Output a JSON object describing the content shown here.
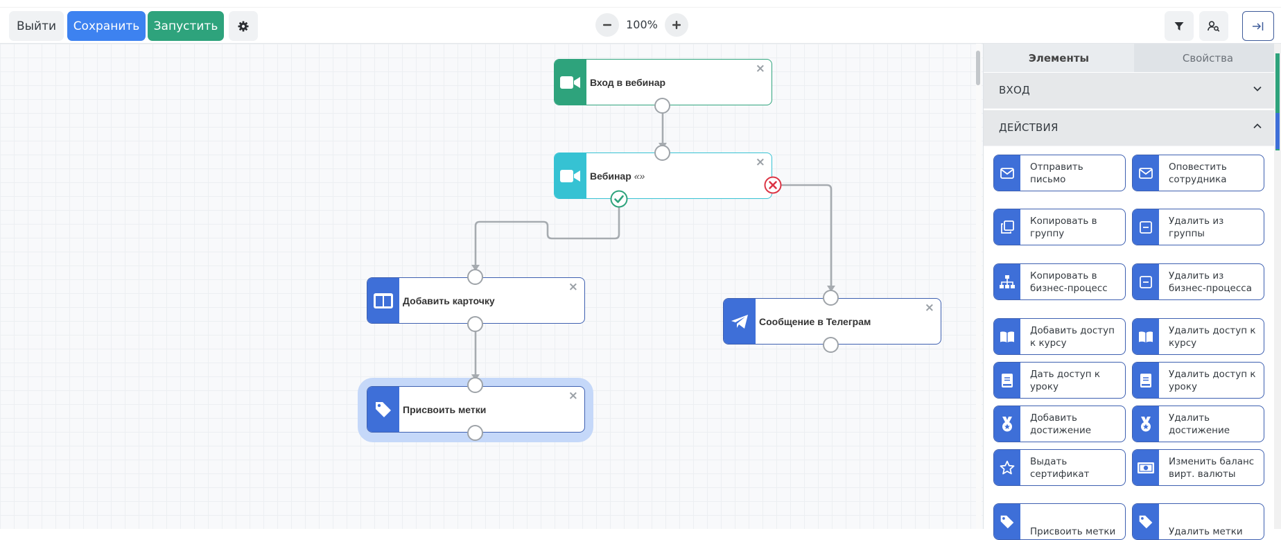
{
  "toolbar": {
    "exit_label": "Выйти",
    "save_label": "Сохранить",
    "run_label": "Запустить",
    "zoom_level": "100%"
  },
  "canvas": {
    "nodes": [
      {
        "title": "Вход в вебинар",
        "icon": "video-camera-icon",
        "color": "#2ea37c"
      },
      {
        "title": "Вебинар",
        "subtitle": "«»",
        "icon": "video-camera-icon",
        "color": "#36c2d3"
      },
      {
        "title": "Добавить карточку",
        "icon": "columns-icon",
        "color": "#3e6fd8"
      },
      {
        "title": "Сообщение в Телеграм",
        "icon": "telegram-icon",
        "color": "#3e6fd8"
      },
      {
        "title": "Присвоить метки",
        "icon": "tag-icon",
        "color": "#3e6fd8"
      }
    ],
    "close_glyph": "×"
  },
  "panel": {
    "tabs": [
      "Элементы",
      "Свойства"
    ],
    "sections": [
      {
        "label": "ВХОД",
        "expanded": false,
        "accent": "#2ea37c"
      },
      {
        "label": "ДЕЙСТВИЯ",
        "expanded": true,
        "accent": "#3e6fd8"
      }
    ],
    "actions": [
      {
        "line1": "Отправить",
        "line2": "письмо",
        "icon": "envelope-icon"
      },
      {
        "line1": "Оповестить",
        "line2": "сотрудника",
        "icon": "envelope-icon"
      },
      {
        "line1": "Копировать в",
        "line2": "группу",
        "icon": "copy-icon"
      },
      {
        "line1": "Удалить из",
        "line2": "группы",
        "icon": "minus-square-icon"
      },
      {
        "line1": "Копировать в",
        "line2": "бизнес-процесс",
        "icon": "sitemap-icon"
      },
      {
        "line1": "Удалить из",
        "line2": "бизнес-процесса",
        "icon": "minus-square-icon"
      },
      {
        "line1": "Добавить доступ",
        "line2": "к курсу",
        "icon": "book-open-icon"
      },
      {
        "line1": "Удалить доступ к",
        "line2": "курсу",
        "icon": "book-open-icon"
      },
      {
        "line1": "Дать доступ к",
        "line2": "уроку",
        "icon": "book-icon"
      },
      {
        "line1": "Удалить доступ к",
        "line2": "уроку",
        "icon": "book-icon"
      },
      {
        "line1": "Добавить",
        "line2": "достижение",
        "icon": "medal-icon"
      },
      {
        "line1": "Удалить",
        "line2": "достижение",
        "icon": "medal-icon"
      },
      {
        "line1": "Выдать",
        "line2": "сертификат",
        "icon": "star-icon"
      },
      {
        "line1": "Изменить баланс",
        "line2": "вирт. валюты",
        "icon": "money-bill-icon"
      },
      {
        "line1": "Присвоить метки",
        "line2": "",
        "icon": "tag-icon"
      },
      {
        "line1": "Удалить метки",
        "line2": "",
        "icon": "tag-icon"
      }
    ]
  }
}
